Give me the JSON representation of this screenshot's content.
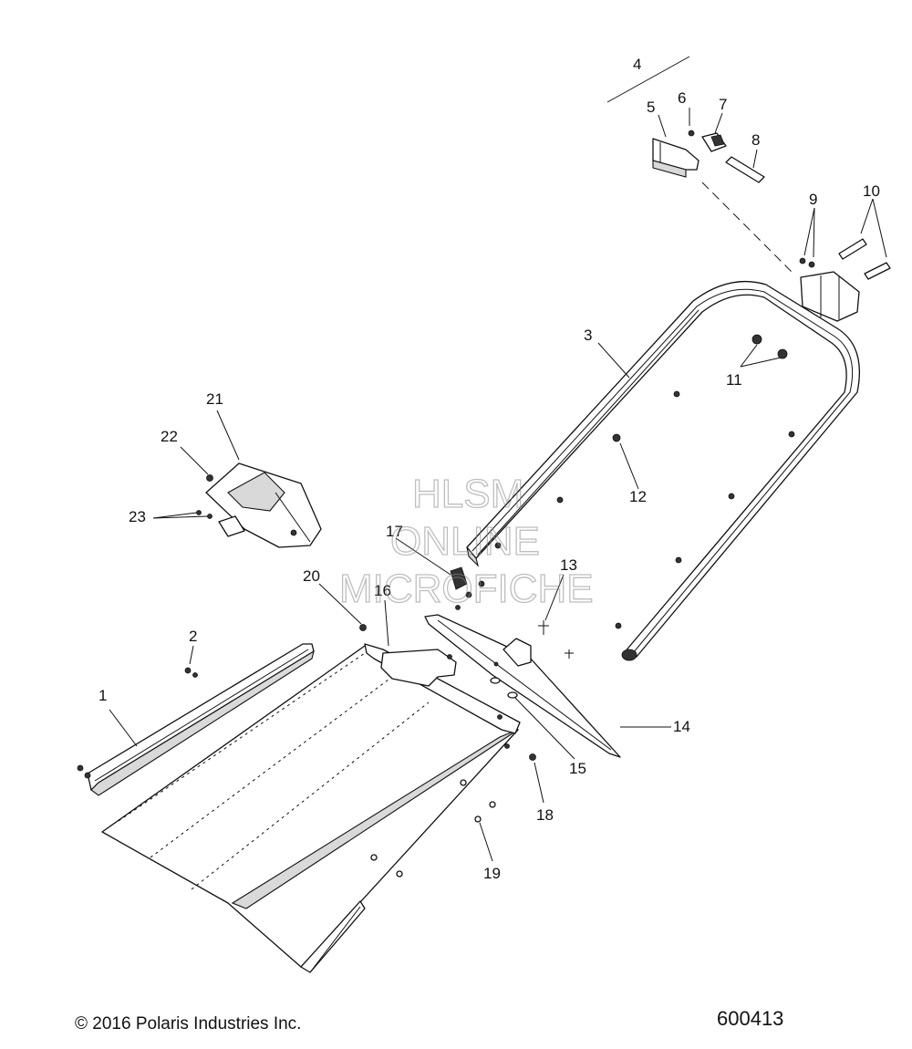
{
  "callouts": [
    "1",
    "2",
    "3",
    "4",
    "5",
    "6",
    "7",
    "8",
    "9",
    "10",
    "11",
    "12",
    "13",
    "14",
    "15",
    "16",
    "17",
    "18",
    "19",
    "20",
    "21",
    "22",
    "23"
  ],
  "watermark": {
    "line1": "HLSM",
    "line2": "ONLINE",
    "line3": "MICROFICHE"
  },
  "footer": {
    "copyright": "© 2016 Polaris Industries Inc.",
    "diagram_number": "600413"
  }
}
